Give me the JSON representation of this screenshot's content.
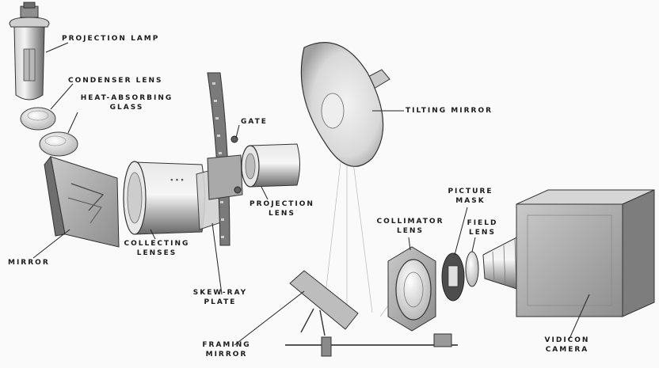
{
  "labels": {
    "projection_lamp": "PROJECTION LAMP",
    "condenser_lens": "CONDENSER LENS",
    "heat_absorbing_glass": [
      "HEAT-ABSORBING",
      "GLASS"
    ],
    "gate": "GATE",
    "tilting_mirror": "TILTING MIRROR",
    "mirror": "MIRROR",
    "collecting_lenses": [
      "COLLECTING",
      "LENSES"
    ],
    "projection_lens": [
      "PROJECTION",
      "LENS"
    ],
    "skew_ray_plate": [
      "SKEW-RAY",
      "PLATE"
    ],
    "picture_mask": [
      "PICTURE",
      "MASK"
    ],
    "collimator_lens": [
      "COLLIMATOR",
      "LENS"
    ],
    "field_lens": [
      "FIELD",
      "LENS"
    ],
    "framing_mirror": [
      "FRAMING",
      "MIRROR"
    ],
    "vidicon_camera": [
      "VIDICON",
      "CAMERA"
    ]
  },
  "colors": {
    "ink": "#1b1b1b",
    "metal_light": "#d9d9d9",
    "metal_mid": "#a9a9a9",
    "metal_dark": "#5e5e5e",
    "background": "#fafafa"
  }
}
